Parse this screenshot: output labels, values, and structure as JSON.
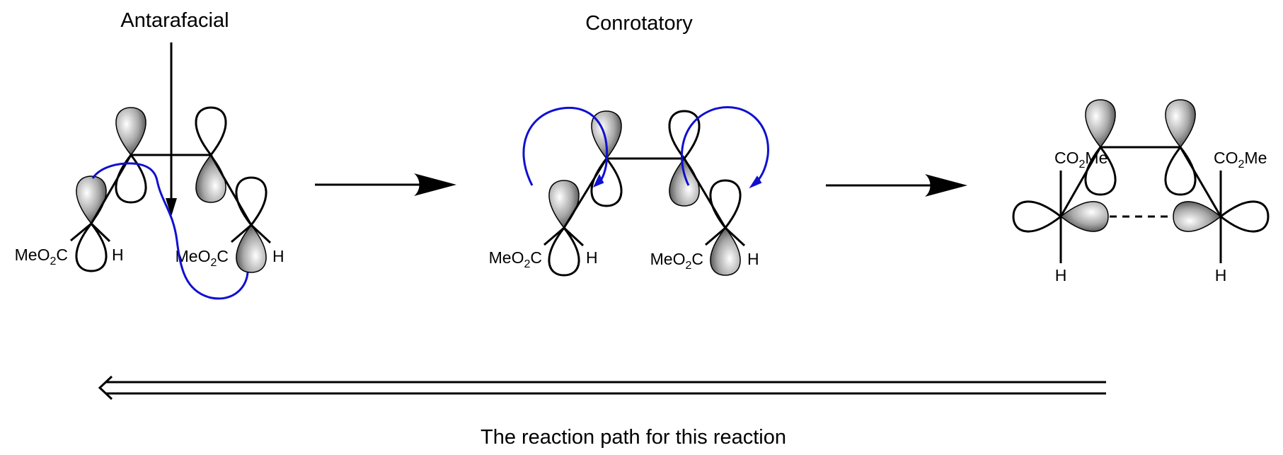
{
  "labels": {
    "antarafacial": "Antarafacial",
    "conrotatory": "Conrotatory",
    "caption": "The reaction path for this reaction"
  },
  "colors": {
    "ink": "#000000",
    "curly_arrow": "#1010d0",
    "lobe_light": "#ffffff",
    "lobe_dark": "#3a3a3a"
  },
  "molecules": [
    {
      "name": "reactant-antarafacial",
      "substituents": {
        "left_ester": {
          "main": "MeO",
          "sub": "2",
          "tail": "C"
        },
        "left_h": "H",
        "right_ester": {
          "main": "MeO",
          "sub": "2",
          "tail": "C"
        },
        "right_h": "H"
      }
    },
    {
      "name": "intermediate-conrotatory",
      "substituents": {
        "left_ester": {
          "main": "MeO",
          "sub": "2",
          "tail": "C"
        },
        "left_h": "H",
        "right_ester": {
          "main": "MeO",
          "sub": "2",
          "tail": "C"
        },
        "right_h": "H"
      }
    },
    {
      "name": "product-cyclobutene-ts",
      "substituents": {
        "left_ester": {
          "main": "CO",
          "sub": "2",
          "tail": "Me"
        },
        "left_h": "H",
        "right_ester": {
          "main": "CO",
          "sub": "2",
          "tail": "Me"
        },
        "right_h": "H"
      }
    }
  ],
  "arrows": [
    {
      "name": "forward-arrow-1",
      "direction": "right"
    },
    {
      "name": "forward-arrow-2",
      "direction": "right"
    },
    {
      "name": "retro-arrow",
      "direction": "left",
      "style": "double-line-open-head"
    }
  ]
}
